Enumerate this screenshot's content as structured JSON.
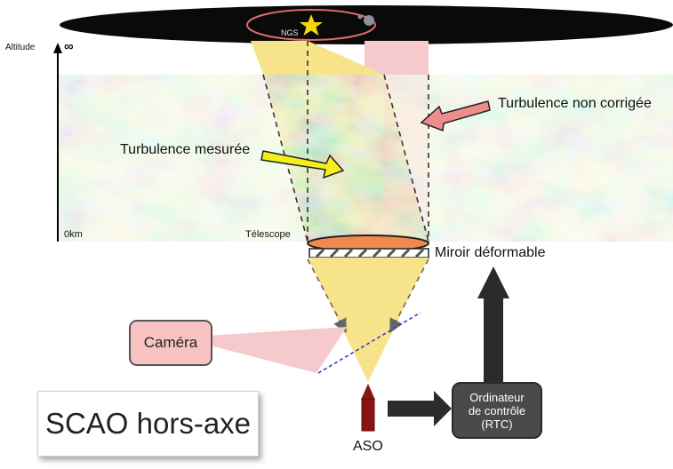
{
  "diagram": {
    "title": "SCAO hors-axe",
    "axis": {
      "altitude_label": "Altitude",
      "top_symbol": "∞",
      "bottom_label": "0km"
    },
    "labels": {
      "ngs": "NGS",
      "telescope": "Télescope",
      "turbulence_measured": "Turbulence mesurée",
      "turbulence_uncorrected": "Turbulence non corrigée",
      "deformable_mirror": "Miroir déformable",
      "camera": "Caméra",
      "wfs": "ASO"
    },
    "rtc": {
      "line1": "Ordinateur",
      "line2": "de contrôle",
      "line3": "(RTC)"
    },
    "colors": {
      "sky": "#0a0a0a",
      "beam_yellow": "#f7e48a",
      "beam_pink": "#f6c9cc",
      "arrow_yellow": "#f4ee1b",
      "arrow_pink": "#ef8d8d",
      "mirror_orange": "#ee8a4c",
      "wfs_red": "#8b1414",
      "dark_arrow": "#2b2b2b",
      "camera_pink": "#f7c3c3"
    }
  }
}
